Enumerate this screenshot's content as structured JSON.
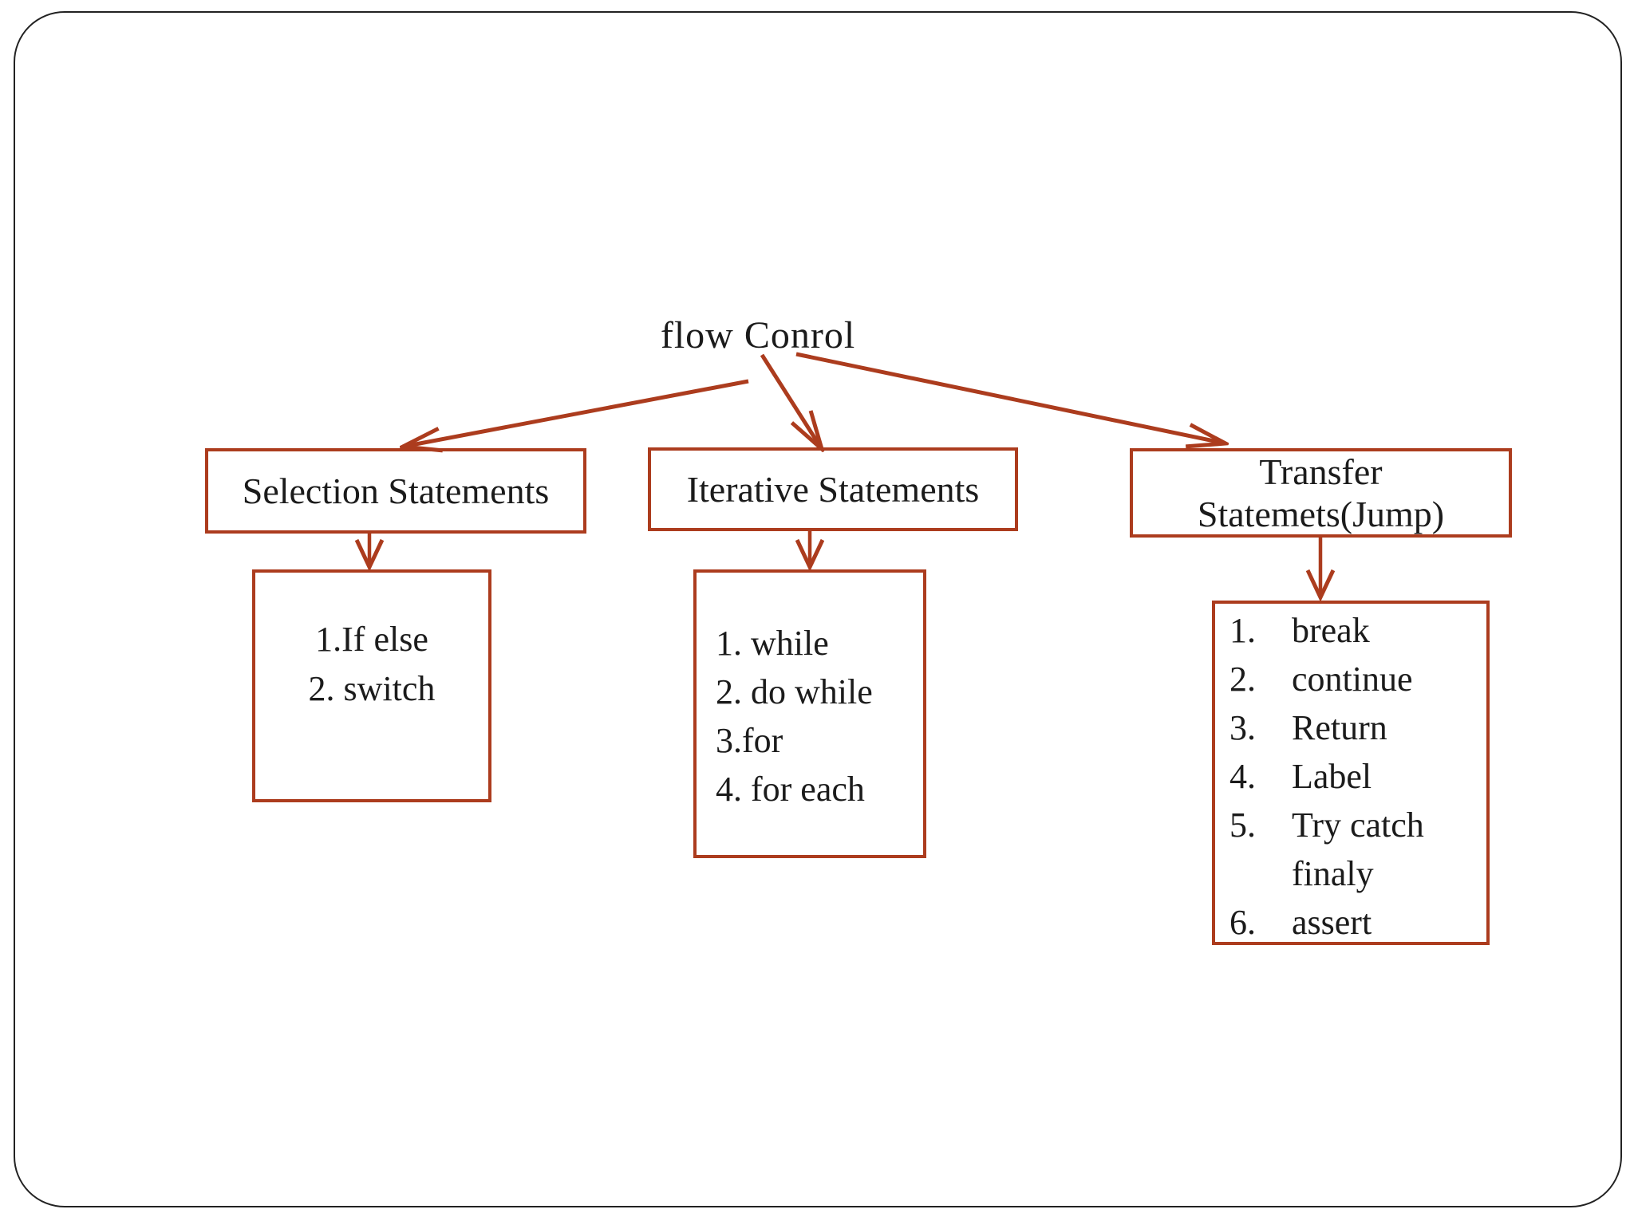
{
  "title": "flow Conrol",
  "colors": {
    "accent": "#ac3c1e",
    "text": "#1b1b1b",
    "frame": "#222222",
    "background": "#ffffff"
  },
  "nodes": {
    "selection": {
      "label": "Selection Statements",
      "items": [
        "1.If else",
        "2. switch"
      ]
    },
    "iterative": {
      "label": "Iterative Statements",
      "items": [
        "1. while",
        "2. do while",
        "3.for",
        "4. for each"
      ]
    },
    "transfer": {
      "label_line1": "Transfer",
      "label_line2": "Statemets(Jump)",
      "rows": [
        {
          "num": "1.",
          "text": "break"
        },
        {
          "num": "2.",
          "text": "continue"
        },
        {
          "num": "3.",
          "text": "Return"
        },
        {
          "num": "4.",
          "text": "Label"
        },
        {
          "num": "5.",
          "text": "Try catch"
        },
        {
          "num": "",
          "text": "finaly"
        },
        {
          "num": "6.",
          "text": "assert"
        }
      ]
    }
  }
}
